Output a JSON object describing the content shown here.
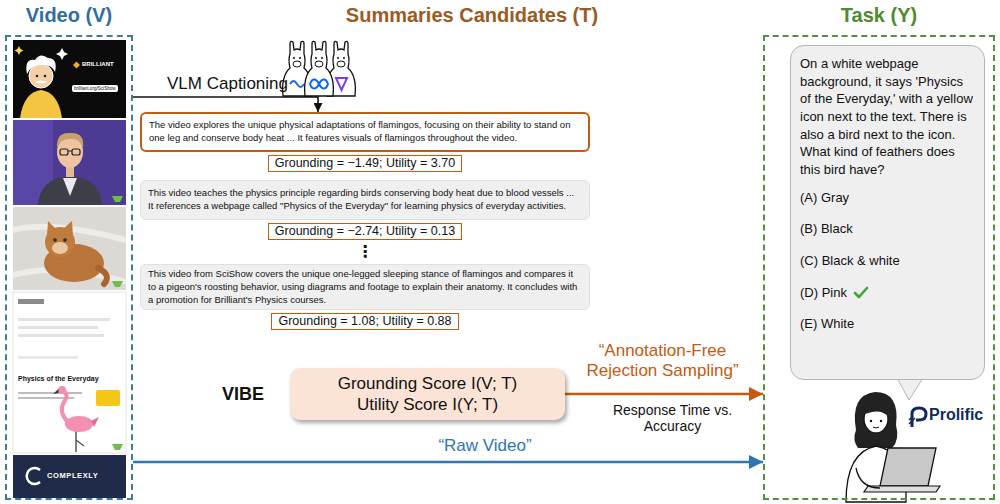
{
  "diagram": {
    "nodes": [
      {
        "text": [
          "Video (V)"
        ]
      },
      {
        "text": [
          "The video explores the unique physical adaptations of flamingos, focusing on their ability to stand on one leg and conserve body heat ... It features visuals of flamingos throughout the video."
        ]
      },
      {
        "text": [
          "Grounding = −1.49; Utility = 3.70"
        ]
      },
      {
        "text": [
          "This video teaches the physics principle regarding birds conserving body heat due to blood vessels ... It references a webpage called \"Physics of the Everyday\" for learning physics of everyday activities."
        ]
      },
      {
        "text": [
          "Grounding = −2.74; Utility = 0.13"
        ]
      },
      {
        "text": [
          "This video from SciShow covers the unique one-legged sleeping stance of flamingos and compares it to a pigeon's roosting behavior, using diagrams and footage to explain their anatomy. It concludes with a promotion for Brilliant's Physics courses."
        ]
      },
      {
        "text": [
          "Grounding = 1.08; Utility = 0.88"
        ]
      },
      {
        "text": [
          "Grounding Score I(V; T)",
          "Utility Score I(Y; T)"
        ]
      },
      {
        "text": [
          "Task (Y)"
        ]
      },
      {
        "text": [
          "On a white webpage background, it says 'Physics of the Everyday,' with a yellow icon next to the text. There is also a bird next to the icon. What kind of feathers does this bird have?",
          "(A) Gray",
          "(B) Black",
          "(C) Black & white",
          "(D) Pink",
          "(E) White"
        ],
        "in": 8
      }
    ],
    "edges": [
      {
        "from": 0,
        "to": 1,
        "label": "VLM Captioning",
        "arrow": "to"
      },
      {
        "from": 7,
        "to": 8,
        "label": "“Annotation-Free Rejection Sampling”",
        "arrow": "to"
      },
      {
        "from": 0,
        "to": 8,
        "label": "“Raw Video”",
        "arrow": "to"
      }
    ],
    "labels": [
      "Summaries Candidates (T)",
      "BRILLIANT",
      "brilliant.org/SciShow",
      "Physics of the Everyday",
      "COMPLEXLY",
      "⋮",
      "VIBE",
      "Response Time vs. Accuracy",
      "Prolific"
    ]
  }
}
